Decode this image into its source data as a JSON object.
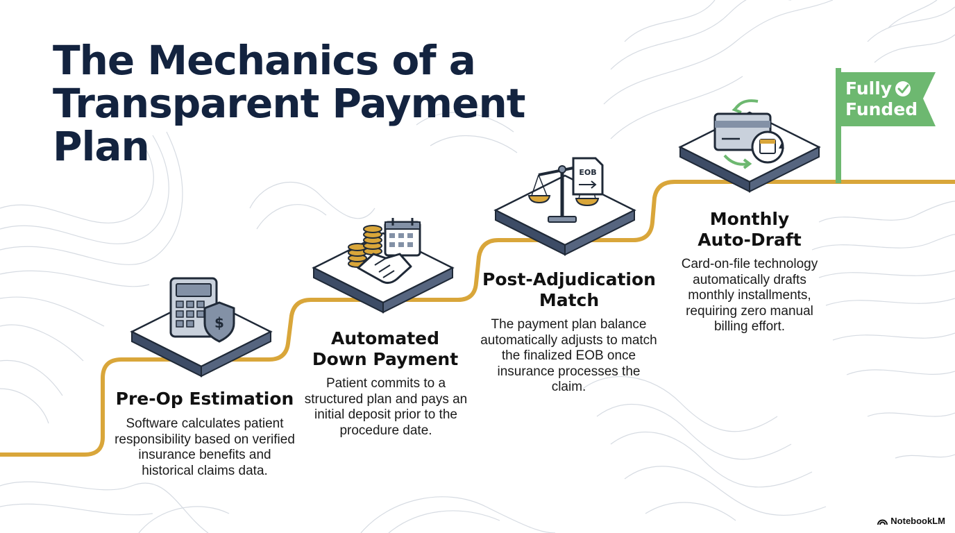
{
  "title": {
    "line1": "The Mechanics of a",
    "line2": "Transparent Payment Plan"
  },
  "steps": [
    {
      "title_lines": [
        "Pre-Op Estimation"
      ],
      "description": "Software calculates patient responsibility based on verified insurance benefits and historical claims data.",
      "icon": "calculator-shield-dollar-icon"
    },
    {
      "title_lines": [
        "Automated",
        "Down Payment"
      ],
      "description": "Patient commits to a structured plan and pays an initial deposit prior to the procedure date.",
      "icon": "coins-handshake-calendar-icon"
    },
    {
      "title_lines": [
        "Post-Adjudication",
        "Match"
      ],
      "description": "The payment plan balance automatically adjusts to match the finalized EOB once insurance processes the claim.",
      "icon": "scale-eob-document-icon",
      "icon_text": "EOB"
    },
    {
      "title_lines": [
        "Monthly",
        "Auto-Draft"
      ],
      "description": "Card-on-file technology automatically drafts monthly installments, requiring zero manual billing effort.",
      "icon": "card-recurring-calendar-icon"
    }
  ],
  "flag": {
    "line1": "Fully",
    "line2": "Funded",
    "icon": "check-circle-icon"
  },
  "badge": {
    "label": "NotebookLM",
    "icon": "notebooklm-logo-icon"
  },
  "colors": {
    "title": "#13233f",
    "path": "#d9a63a",
    "platform_top": "#ffffff",
    "platform_side": "#3d4c66",
    "icon_fill": "#8391a6",
    "icon_stroke": "#1f2937",
    "coin": "#d9a63a",
    "flag": "#6db870",
    "contour": "#d6dbe2"
  }
}
